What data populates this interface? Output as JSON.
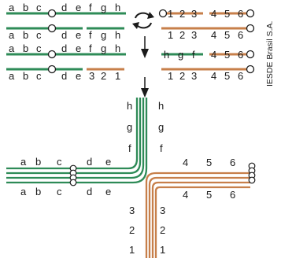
{
  "credit": "IESDE Brasil S.A.",
  "colors": {
    "green": "#2e8b57",
    "orange": "#c77f4a",
    "ink": "#1a1a1a",
    "node_fill": "#ffffff"
  },
  "icons": [
    "rotate-arrows-icon",
    "down-arrow-icon"
  ],
  "panels": {
    "top_left": {
      "upper": [
        "a",
        "b",
        "c",
        "d",
        "e",
        "f",
        "g",
        "h"
      ],
      "lower": [
        "a",
        "b",
        "c",
        "d",
        "e",
        "f",
        "g",
        "h"
      ]
    },
    "top_right": {
      "upper": [
        "1",
        "2",
        "3",
        "4",
        "5",
        "6"
      ],
      "lower": [
        "1",
        "2",
        "3",
        "4",
        "5",
        "6"
      ]
    },
    "mid_left": {
      "upper": [
        "a",
        "b",
        "c",
        "d",
        "e",
        "f",
        "g",
        "h"
      ],
      "lower": [
        "a",
        "b",
        "c",
        "d",
        "e",
        "3",
        "2",
        "1"
      ]
    },
    "mid_right": {
      "upper": [
        "h",
        "g",
        "f",
        "4",
        "5",
        "6"
      ],
      "lower": [
        "1",
        "2",
        "3",
        "4",
        "5",
        "6"
      ]
    }
  },
  "cross": {
    "left_upper": [
      "a",
      "b",
      "c",
      "d",
      "e"
    ],
    "left_lower": [
      "a",
      "b",
      "c",
      "d",
      "e"
    ],
    "top_left": [
      "h",
      "g",
      "f"
    ],
    "top_right": [
      "h",
      "g",
      "f"
    ],
    "right_upper": [
      "4",
      "5",
      "6"
    ],
    "right_lower": [
      "4",
      "5",
      "6"
    ],
    "bottom_left": [
      "3",
      "2",
      "1"
    ],
    "bottom_right": [
      "3",
      "2",
      "1"
    ]
  }
}
